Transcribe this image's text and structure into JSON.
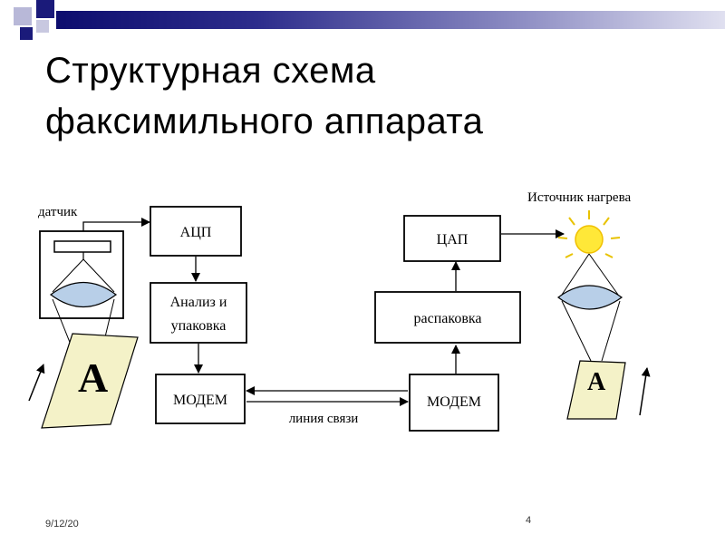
{
  "slide": {
    "title_line1": "Структурная схема",
    "title_line2": "факсимильного аппарата",
    "date": "9/12/20",
    "page_number": "4"
  },
  "diagram": {
    "sensor_label": "датчик",
    "adc_label": "АЦП",
    "analysis_line1": "Анализ и",
    "analysis_line2": "упаковка",
    "modem_left_label": "МОДЕМ",
    "modem_right_label": "МОДЕМ",
    "link_label": "линия связи",
    "dac_label": "ЦАП",
    "unpack_label": "распаковка",
    "heat_source_label": "Источник нагрева",
    "letter_source": "A",
    "letter_copy": "A"
  },
  "colors": {
    "title_bar": "#1a1a7a",
    "deco_navy": "#1a1a7a",
    "deco_light": "#b0b0d0",
    "paper_fill": "#f4f2c8",
    "lens_fill": "#b8cfe8",
    "sun_fill": "#ffe838"
  }
}
